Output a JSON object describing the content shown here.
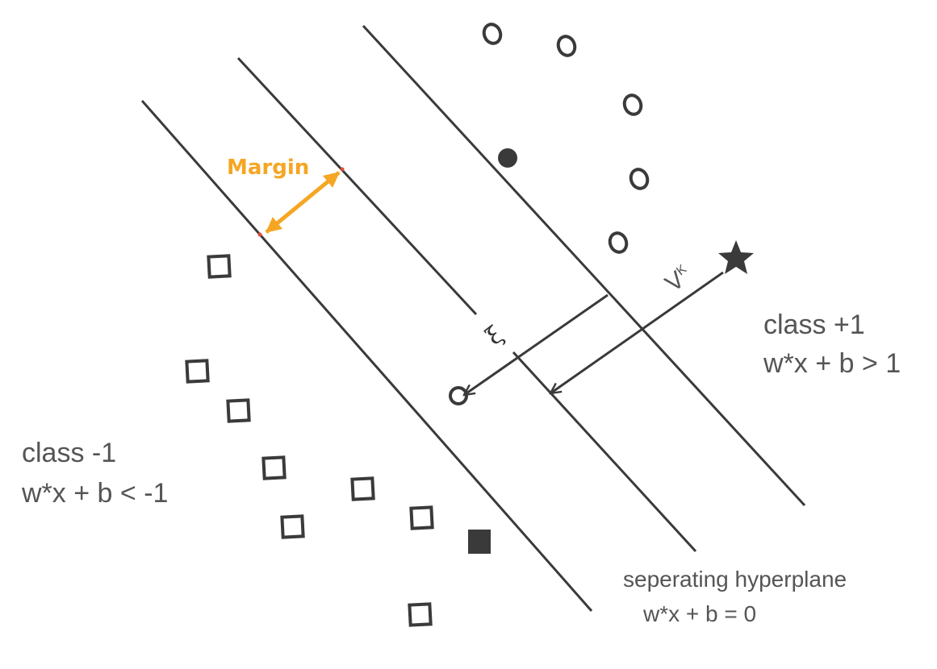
{
  "labels": {
    "margin": "Margin",
    "class_pos_title": "class +1",
    "class_pos_rule": "w*x + b > 1",
    "class_neg_title": "class -1",
    "class_neg_rule": "w*x + b < -1",
    "hyperplane_title": "seperating hyperplane",
    "hyperplane_rule": "w*x + b = 0",
    "vector_label": "V",
    "vector_superscript": "K",
    "slack_label": "ξ"
  },
  "colors": {
    "stroke": "#3a3a3a",
    "accent": "#f5a623",
    "text": "#555555"
  }
}
